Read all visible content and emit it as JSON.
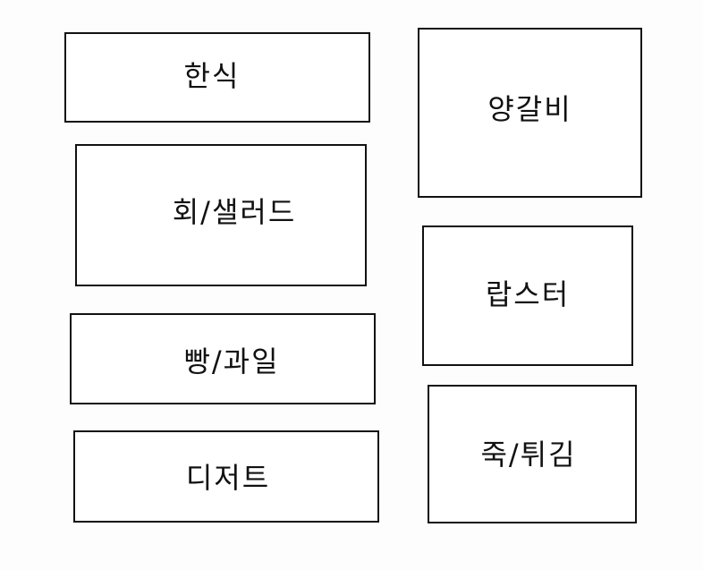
{
  "categories": [
    {
      "label": "한식"
    },
    {
      "label": "회/샐러드"
    },
    {
      "label": "빵/과일"
    },
    {
      "label": "디저트"
    },
    {
      "label": "양갈비"
    },
    {
      "label": "랍스터"
    },
    {
      "label": "죽/튀김"
    }
  ]
}
